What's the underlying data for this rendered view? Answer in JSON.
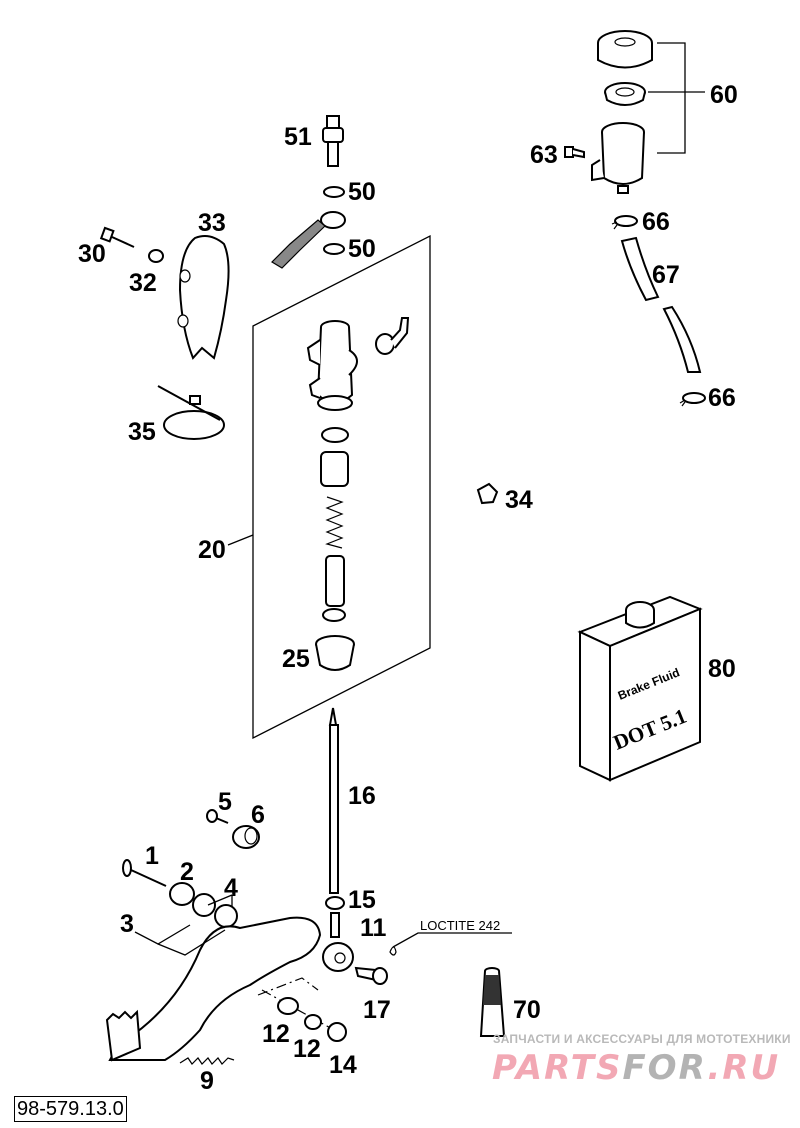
{
  "diagram": {
    "title_code": "98-579.13.0",
    "parts": [
      {
        "id": "1",
        "name": "bolt"
      },
      {
        "id": "2",
        "name": "washer"
      },
      {
        "id": "3",
        "name": "brake-pedal"
      },
      {
        "id": "4",
        "name": "bearing"
      },
      {
        "id": "5",
        "name": "screw"
      },
      {
        "id": "6",
        "name": "bushing"
      },
      {
        "id": "9",
        "name": "return-spring"
      },
      {
        "id": "11",
        "name": "clevis"
      },
      {
        "id": "12",
        "name": "washer"
      },
      {
        "id": "14",
        "name": "nut"
      },
      {
        "id": "15",
        "name": "lock-nut"
      },
      {
        "id": "16",
        "name": "push-rod"
      },
      {
        "id": "17",
        "name": "bolt"
      },
      {
        "id": "20",
        "name": "master-cylinder"
      },
      {
        "id": "25",
        "name": "dust-boot"
      },
      {
        "id": "30",
        "name": "bolt"
      },
      {
        "id": "32",
        "name": "nut"
      },
      {
        "id": "33",
        "name": "protector"
      },
      {
        "id": "34",
        "name": "nut"
      },
      {
        "id": "35",
        "name": "cable-tie"
      },
      {
        "id": "50",
        "name": "sealing-ring"
      },
      {
        "id": "51",
        "name": "brake-light-switch"
      },
      {
        "id": "60",
        "name": "reservoir"
      },
      {
        "id": "63",
        "name": "screw"
      },
      {
        "id": "66",
        "name": "hose-clamp"
      },
      {
        "id": "67",
        "name": "hose"
      },
      {
        "id": "70",
        "name": "loctite-tube"
      },
      {
        "id": "80",
        "name": "brake-fluid-can"
      }
    ],
    "labels": {
      "l1": "1",
      "l2": "2",
      "l3": "3",
      "l4": "4",
      "l5": "5",
      "l6": "6",
      "l9": "9",
      "l11": "11",
      "l12a": "12",
      "l12b": "12",
      "l14": "14",
      "l15": "15",
      "l16": "16",
      "l17": "17",
      "l20": "20",
      "l25": "25",
      "l30": "30",
      "l32": "32",
      "l33": "33",
      "l34": "34",
      "l35": "35",
      "l50a": "50",
      "l50b": "50",
      "l51": "51",
      "l60": "60",
      "l63": "63",
      "l66a": "66",
      "l66b": "66",
      "l67": "67",
      "l70": "70",
      "l80": "80"
    },
    "annotation": "LOCTITE 242",
    "can_label_line1": "Brake Fluid",
    "can_label_line2": "DOT 5.1"
  },
  "watermark": {
    "subtitle": "ЗАПЧАСТИ И АКСЕССУАРЫ ДЛЯ МОТОТЕХНИКИ",
    "logo_part1": "PARTS",
    "logo_part2": "FOR",
    "logo_part3": ".RU"
  }
}
